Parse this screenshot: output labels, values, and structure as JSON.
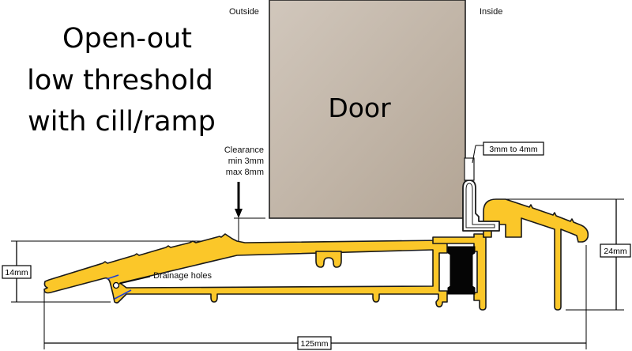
{
  "title": {
    "lines": [
      "Open-out",
      "low threshold",
      "with cill/ramp"
    ]
  },
  "labels": {
    "outside": "Outside",
    "inside": "Inside",
    "door": "Door",
    "clearance": [
      "Clearance",
      "min 3mm",
      "max 8mm"
    ],
    "seal_gap": "3mm to 4mm",
    "drainage": "Drainage holes"
  },
  "dimensions": {
    "ramp_height": "14mm",
    "threshold_height": "24mm",
    "total_width": "125mm"
  },
  "colors": {
    "profile": "#fbc729",
    "door_light": "#d1c7bc",
    "door_dark": "#b3a595",
    "gasket": "#000000",
    "drainage_marker": "#1f3fd6"
  }
}
